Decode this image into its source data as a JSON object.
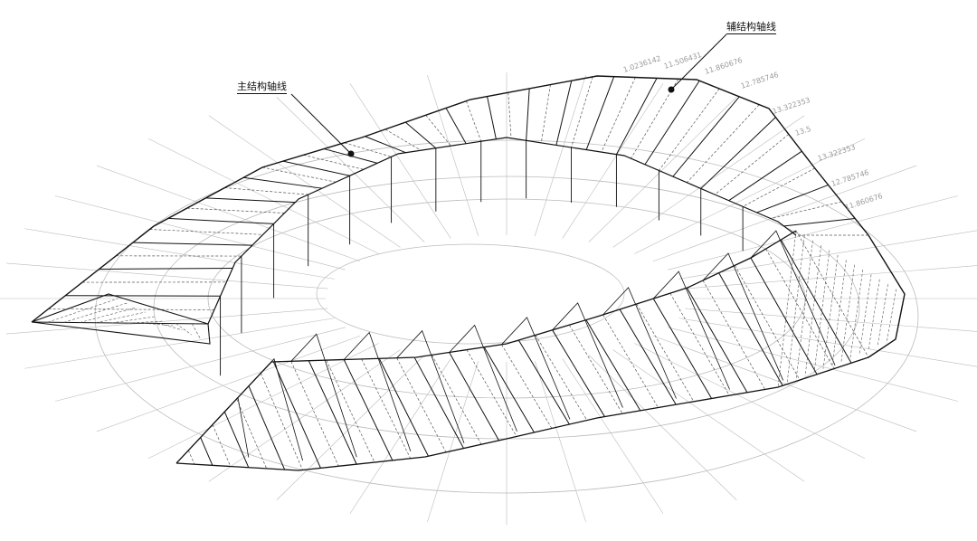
{
  "callouts": {
    "main_axis_label": "主结构轴线",
    "aux_axis_label": "辅结构轴线"
  },
  "dimension_labels": [
    "1.0236142",
    "11.506431",
    "11.860676",
    "12.785746",
    "13.322353",
    "13.5",
    "13.322353",
    "12.785746",
    "11.860676"
  ],
  "colors": {
    "primary_line": "#111111",
    "secondary_line": "#555555",
    "ground_grid": "#bbbbbb",
    "background": "#ffffff"
  }
}
